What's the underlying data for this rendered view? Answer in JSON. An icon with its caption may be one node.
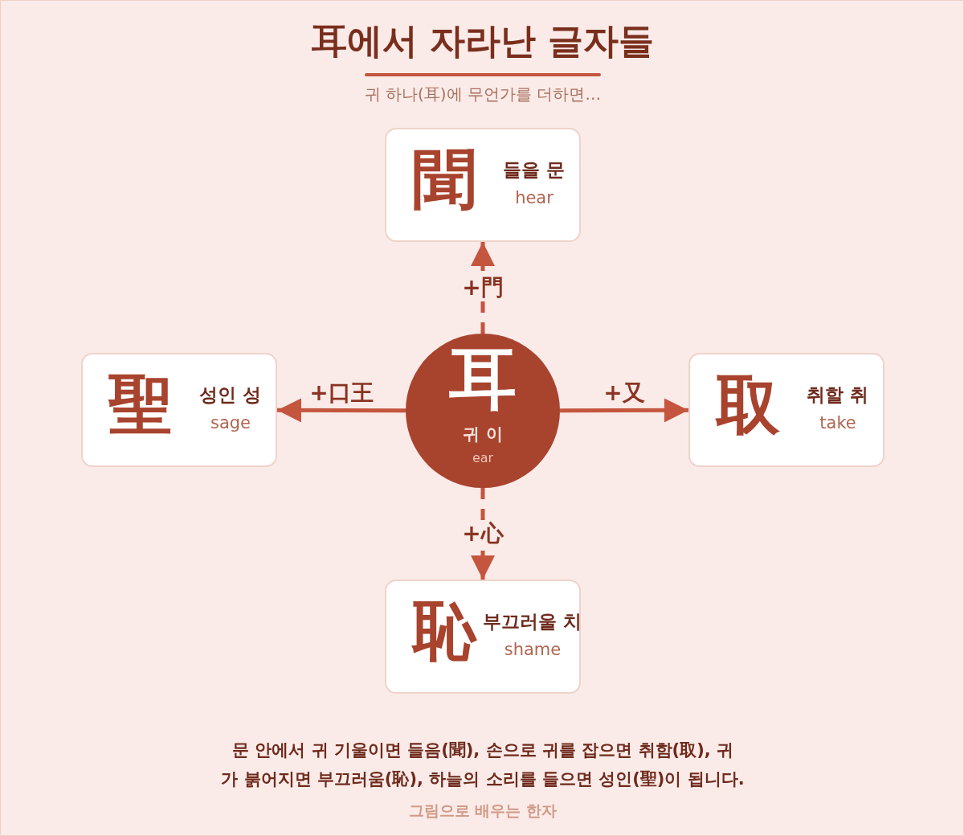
{
  "diagram": {
    "title": "耳에서 자라난 글자들",
    "caption": "문 안에서 귀 기울이면 들음(聞), 손으로 귀를 잡으면 취함(取), 귀가 붉어지면 부끄러움(恥), 하늘의 소리를 들으면 성인(聖)이 됩니다.",
    "nodes": [
      {
        "text": [
          "聞",
          "들을 문",
          "hear"
        ]
      },
      {
        "text": [
          "聖",
          "성인 성",
          "sage"
        ]
      },
      {
        "text": [
          "耳",
          "귀 이",
          "ear"
        ]
      },
      {
        "text": [
          "取",
          "취할 취",
          "take"
        ]
      },
      {
        "text": [
          "恥",
          "부끄러울 치",
          "shame"
        ]
      }
    ],
    "edges": [
      {
        "from": 2,
        "to": 0,
        "arrow": "to",
        "label": "+門",
        "style": "dashed"
      },
      {
        "from": 2,
        "to": 1,
        "arrow": "to",
        "label": "+口王"
      },
      {
        "from": 2,
        "to": 3,
        "arrow": "to",
        "label": "+又"
      },
      {
        "from": 2,
        "to": 4,
        "arrow": "to",
        "label": "+心",
        "style": "dashed"
      }
    ],
    "labels": [
      "귀 하나(耳)에 무언가를 더하면…",
      "그림으로 배우는 한자"
    ]
  }
}
